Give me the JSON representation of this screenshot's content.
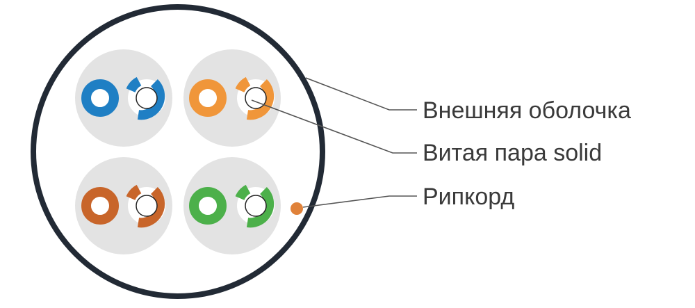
{
  "labels": {
    "jacket": "Внешняя оболочка",
    "twisted_pair": "Витая пара solid",
    "ripcord": "Рипкорд"
  },
  "colors": {
    "jacket": "#222a35",
    "pair_fill": "#e3e3e3",
    "blue": "#1f7fc4",
    "orange": "#f0963a",
    "brown": "#c8652a",
    "green": "#4cb04a",
    "ripcord": "#e0823a"
  },
  "pairs": [
    {
      "name": "blue",
      "color": "#1f7fc4"
    },
    {
      "name": "orange",
      "color": "#f0963a"
    },
    {
      "name": "brown",
      "color": "#c8652a"
    },
    {
      "name": "green",
      "color": "#4cb04a"
    }
  ]
}
